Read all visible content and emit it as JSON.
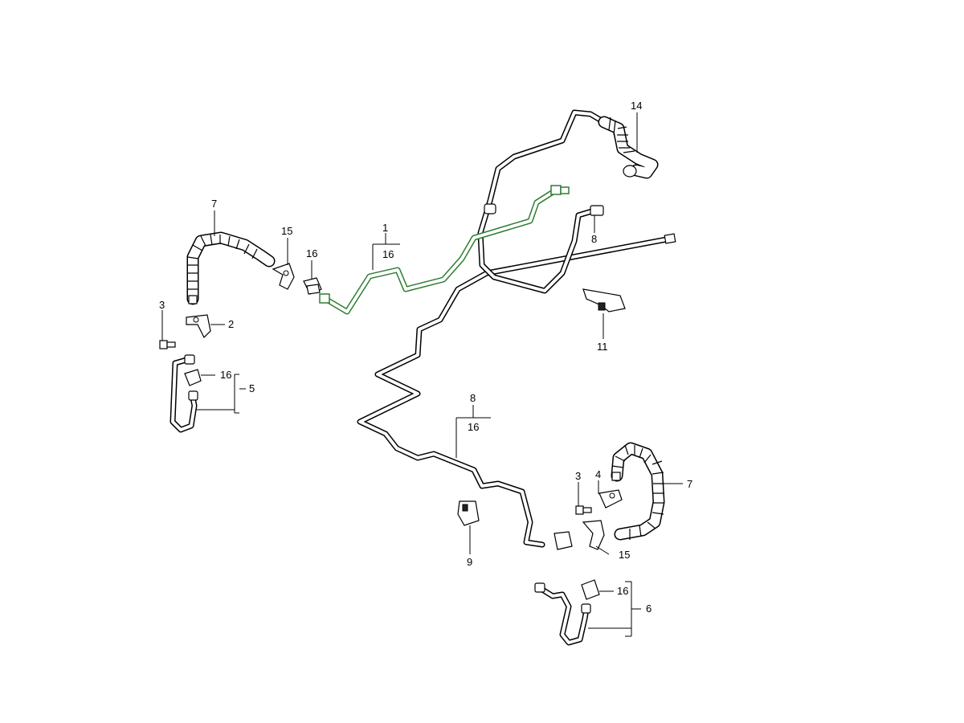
{
  "labels": {
    "l1": "1",
    "l1_16": "16",
    "l2": "2",
    "l3a": "3",
    "l3b": "3",
    "l4": "4",
    "l5": "5",
    "l6": "6",
    "l7a": "7",
    "l7b": "7",
    "l8a": "8",
    "l8b": "8",
    "l8b_16": "16",
    "l9": "9",
    "l11": "11",
    "l14": "14",
    "l15a": "15",
    "l15b": "15",
    "l16a": "16",
    "l16b": "16",
    "l16c": "16"
  },
  "colors": {
    "highlight": "#2e7d32",
    "line": "#000000",
    "background": "#ffffff"
  }
}
